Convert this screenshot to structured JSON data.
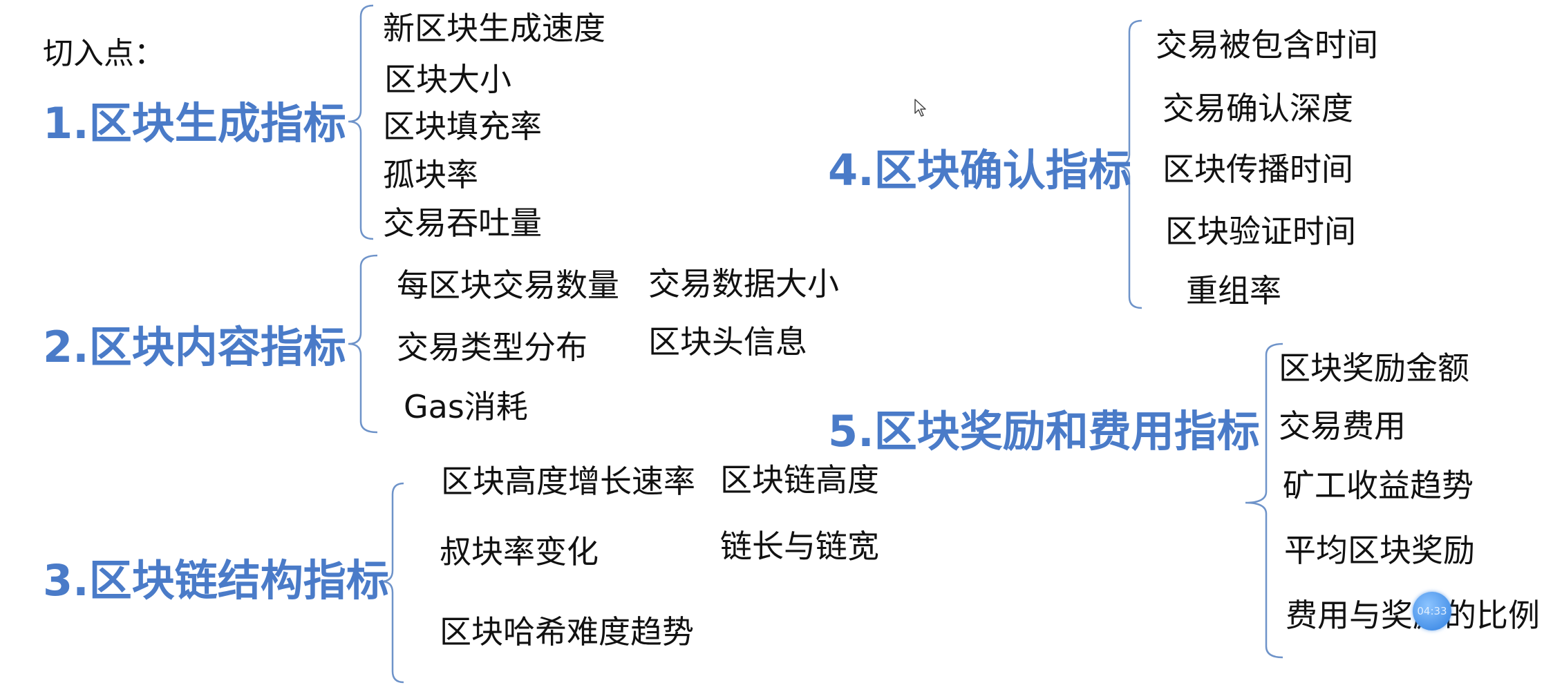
{
  "intro": "切入点：",
  "categories": [
    {
      "title": "1.区块生成指标",
      "items": [
        "新区块生成速度",
        "区块大小",
        "区块填充率",
        "孤块率",
        "交易吞吐量"
      ]
    },
    {
      "title": "2.区块内容指标",
      "items": [
        "每区块交易数量",
        "交易数据大小",
        "交易类型分布",
        "区块头信息",
        "Gas消耗"
      ]
    },
    {
      "title": "3.区块链结构指标",
      "items": [
        "区块高度增长速率",
        "区块链高度",
        "叔块率变化",
        "链长与链宽",
        "区块哈希难度趋势"
      ]
    },
    {
      "title": "4.区块确认指标",
      "items": [
        "交易被包含时间",
        "交易确认深度",
        "区块传播时间",
        "区块验证时间",
        "重组率"
      ]
    },
    {
      "title": "5.区块奖励和费用指标",
      "items": [
        "区块奖励金额",
        "交易费用",
        "矿工收益趋势",
        "平均区块奖励",
        "费用与奖励的比例"
      ]
    }
  ],
  "overlay": {
    "cursor_icon": "mouse-pointer-icon",
    "timer_badge": "04:33"
  }
}
